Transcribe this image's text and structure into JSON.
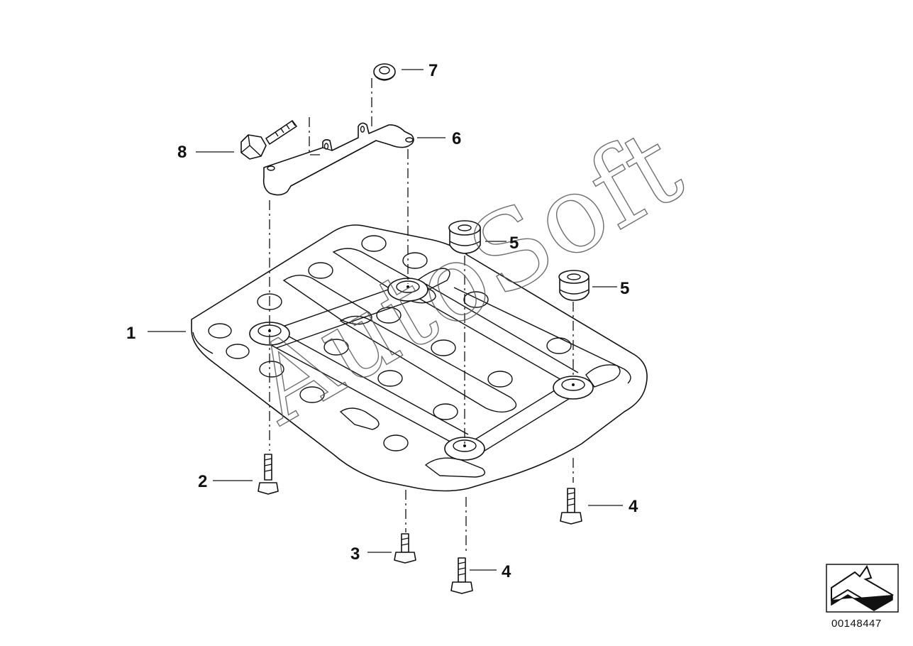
{
  "callouts": [
    {
      "id": "c1",
      "label": "1"
    },
    {
      "id": "c2",
      "label": "2"
    },
    {
      "id": "c3",
      "label": "3"
    },
    {
      "id": "c4a",
      "label": "4"
    },
    {
      "id": "c4b",
      "label": "4"
    },
    {
      "id": "c5a",
      "label": "5"
    },
    {
      "id": "c5b",
      "label": "5"
    },
    {
      "id": "c6",
      "label": "6"
    },
    {
      "id": "c7",
      "label": "7"
    },
    {
      "id": "c8",
      "label": "8"
    }
  ],
  "watermark": "AutoSoft",
  "drawing_number": "00148447",
  "icons": [
    "direction-arrow-icon"
  ]
}
